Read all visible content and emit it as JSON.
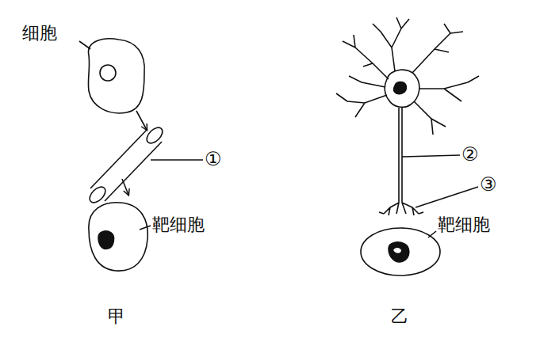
{
  "diagram": {
    "labels": [
      "细胞",
      "①",
      "靶细胞",
      "甲",
      "②",
      "③",
      "靶细胞",
      "乙"
    ]
  }
}
